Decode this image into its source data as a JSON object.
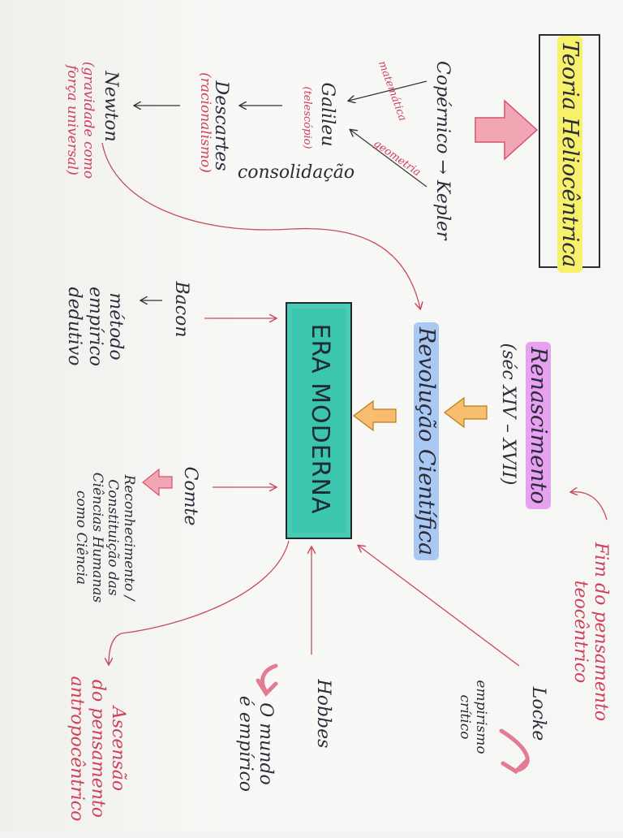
{
  "diagram": {
    "title": "Teoria Heliocêntrica",
    "center": "ERA MODERNA",
    "renaissance": "Renascimento",
    "renaissance_period": "(séc XIV – XVII)",
    "scientific_revolution": "Revolução Científica",
    "end_theocentric": "Fim do pensamento\nteocêntrico",
    "copernicus_kepler": "Copérnico → Kepler",
    "mathematics": "matemática",
    "geometry": "geometria",
    "galileu": "Galileu",
    "telescope": "(telescópio)",
    "descartes": "Descartes",
    "rationalism": "(racionalismo)",
    "newton": "Newton",
    "gravity": "(gravidade como\nforça universal)",
    "consolidation": "consolidação",
    "bacon": "Bacon",
    "bacon_method": "método\nempírico\ndedutivo",
    "comte": "Comte",
    "comte_note": "Reconhecimento /\nConstituição das\nCiências Humanas\ncomo Ciência",
    "locke": "Locke",
    "locke_note": "empirismo\ncrítico",
    "hobbes": "Hobbes",
    "hobbes_note": "O mundo\né empírico",
    "anthropocentric": "Ascensão\ndo pensamento\nantropocêntrico",
    "colors": {
      "center_fill": "#3cc6b0",
      "arrow_pink": "#f2a5b2",
      "arrow_orange": "#f7be6d",
      "line_red": "#c74c5e",
      "highlight_yellow": "#f6f06a",
      "highlight_purple": "#e6a1f0",
      "highlight_blue": "#a9c9f3"
    }
  }
}
